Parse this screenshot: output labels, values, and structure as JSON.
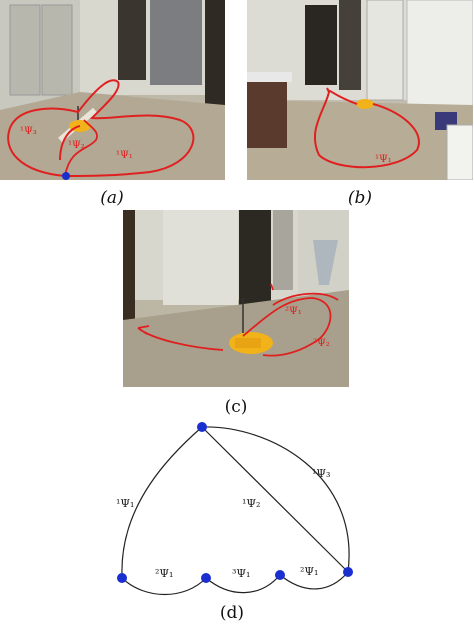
{
  "figure": {
    "panels": [
      {
        "id": "a",
        "caption": "(a)",
        "labels": [
          "¹Ψ₃",
          "¹Ψ₂",
          "¹Ψ₁"
        ]
      },
      {
        "id": "b",
        "caption": "(b)",
        "labels": [
          "¹Ψ₁"
        ]
      },
      {
        "id": "c",
        "caption": "(c)",
        "labels": [
          "²Ψ₁",
          "²Ψ₂"
        ]
      },
      {
        "id": "d",
        "caption": "(d)",
        "labels": [
          "¹Ψ₃",
          "¹Ψ₁",
          "¹Ψ₂",
          "²Ψ₁",
          "³Ψ₁",
          "²Ψ₁"
        ]
      }
    ]
  },
  "colors": {
    "trajectory": "#e02020",
    "node": "#1a2fd0",
    "graph_edge": "#222222",
    "robot": "#f2b21a"
  }
}
